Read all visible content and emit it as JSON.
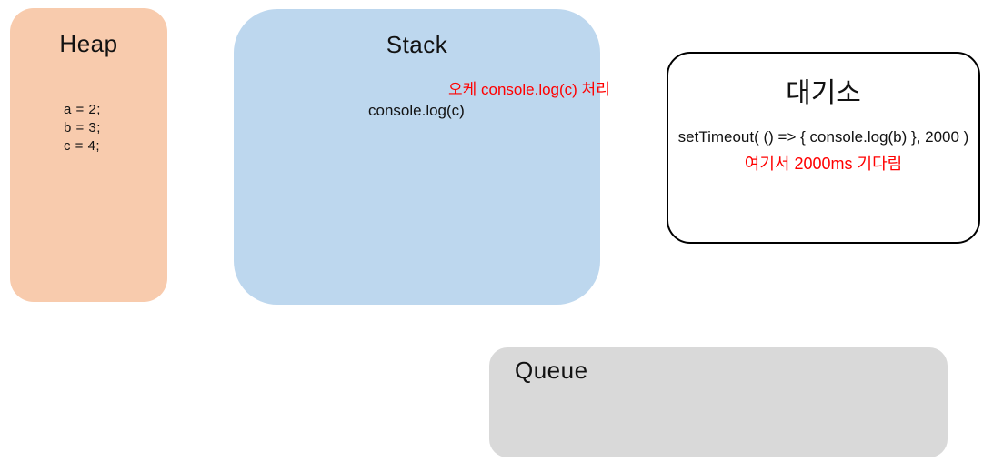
{
  "colors": {
    "heap_fill": "#F8CBAD",
    "stack_fill": "#BDD7EE",
    "queue_fill": "#D9D9D9",
    "waiting_fill": "#FFFFFF",
    "waiting_border": "#000000",
    "annotation_red": "#FF0000",
    "text_black": "#121212",
    "page_bg": "#FFFFFF"
  },
  "boxes": {
    "heap": {
      "title": "Heap",
      "fill": "#F8CBAD",
      "lines": [
        "a = 2;",
        "b = 3;",
        "c = 4;"
      ]
    },
    "stack": {
      "title": "Stack",
      "fill": "#BDD7EE",
      "annotation": "오케 console.log(c) 처리",
      "annotation_color": "#FF0000",
      "code": "console.log(c)"
    },
    "waiting_room": {
      "title": "대기소",
      "fill": "#FFFFFF",
      "border": "#000000",
      "code": "setTimeout( () => { console.log(b) }, 2000 )",
      "annotation": "여기서 2000ms 기다림",
      "annotation_color": "#FF0000"
    },
    "queue": {
      "title": "Queue",
      "fill": "#D9D9D9"
    }
  }
}
